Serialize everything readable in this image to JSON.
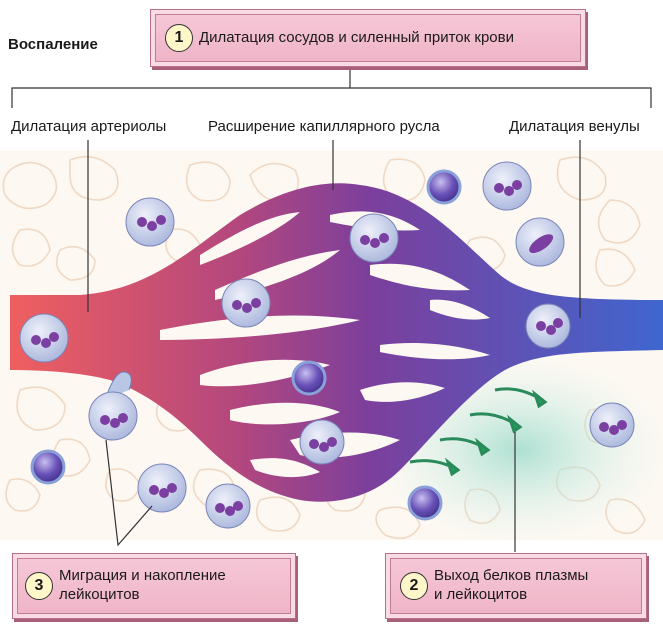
{
  "title": "Воспаление",
  "top_box": {
    "number": "1",
    "text": "Дилатация сосудов и силенный приток крови"
  },
  "labels": {
    "arteriole": "Дилатация артериолы",
    "capillary": "Расширение капиллярного русла",
    "venule": "Дилатация венулы"
  },
  "bottom_left_box": {
    "number": "3",
    "line1": "Миграция и накопление",
    "line2": "лейкоцитов"
  },
  "bottom_right_box": {
    "number": "2",
    "line1": "Выход белков плазмы",
    "line2": "и лейкоцитов"
  },
  "colors": {
    "arterial": "#e8585f",
    "venous": "#4a64c8",
    "capillary": "#8a3f9a",
    "box": "#f2bccd",
    "exudate": "#bfe8dc"
  }
}
